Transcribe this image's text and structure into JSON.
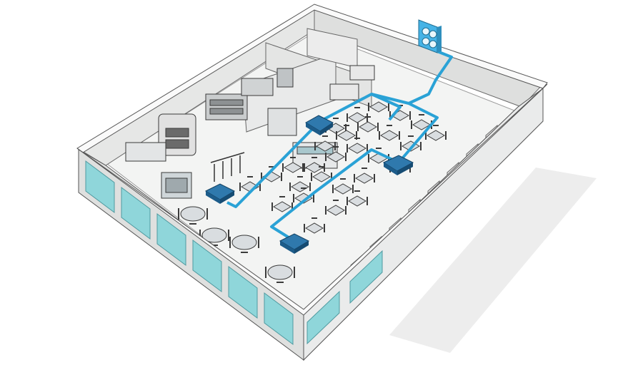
{
  "diagram": {
    "description_none": "",
    "colors": {
      "background": "#ffffff",
      "floor": "#f2f3f2",
      "wall_top": "#fbfbfb",
      "wall_inner": "#e7e8e7",
      "wall_outer": "#d8dad9",
      "shadow": "#e9eaea",
      "glass": "#8fd6da",
      "glass_dark": "#5fbcc3",
      "duct": "#2aa2d6",
      "unit": "#1c5c8a",
      "unit_top": "#2f79ad",
      "condenser": "#46b3e6",
      "outline": "#4a4a4a",
      "furniture": "#3b3b3b",
      "table_top": "#d9dde0"
    },
    "components": [
      {
        "name": "outdoor-condenser-unit",
        "icon": "condenser-icon"
      },
      {
        "name": "indoor-cassette-unit",
        "count": 4,
        "icon": "ceiling-cassette-icon"
      },
      {
        "name": "refrigerant-line",
        "icon": "pipe-line-icon"
      },
      {
        "name": "kitchen-area",
        "icon": "oven-icon"
      },
      {
        "name": "dining-area",
        "icon": "table-chairs-icon"
      },
      {
        "name": "storefront-windows",
        "icon": "window-icon"
      }
    ]
  }
}
